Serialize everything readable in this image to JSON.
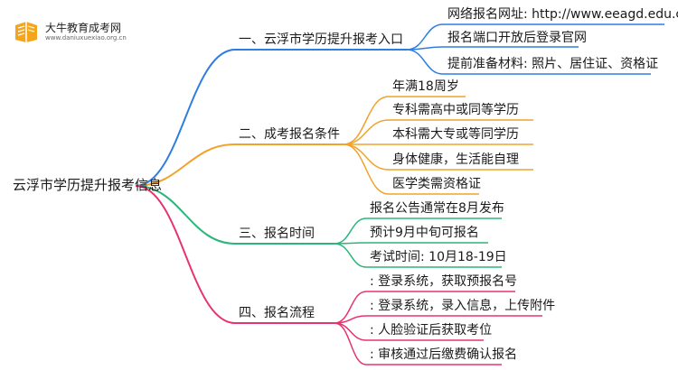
{
  "logo": {
    "title": "大牛教育成考网",
    "subtitle": "www.daniuxuexiao.org.cn"
  },
  "colors": {
    "blue": "#2f7de1",
    "orange": "#f0a32a",
    "green": "#2bb57a",
    "pink": "#e8336f"
  },
  "root": "云浮市学历提升报考信息",
  "branches": [
    {
      "label": "一、云浮市学历提升报考入口",
      "children": [
        "网络报名网址: http://www.eeagd.edu.cn/cr",
        "报名端口开放后登录官网",
        "提前准备材料: 照片、居住证、资格证"
      ]
    },
    {
      "label": "二、成考报名条件",
      "children": [
        "年满18周岁",
        "专科需高中或同等学历",
        "本科需大专或等同学历",
        "身体健康，生活能自理",
        "医学类需资格证"
      ]
    },
    {
      "label": "三、报名时间",
      "children": [
        "报名公告通常在8月发布",
        "预计9月中旬可报名",
        "考试时间: 10月18-19日"
      ]
    },
    {
      "label": "四、报名流程",
      "children": [
        ": 登录系统，获取预报名号",
        ": 登录系统，录入信息，上传附件",
        ": 人脸验证后获取考位",
        ": 审核通过后缴费确认报名"
      ]
    }
  ]
}
